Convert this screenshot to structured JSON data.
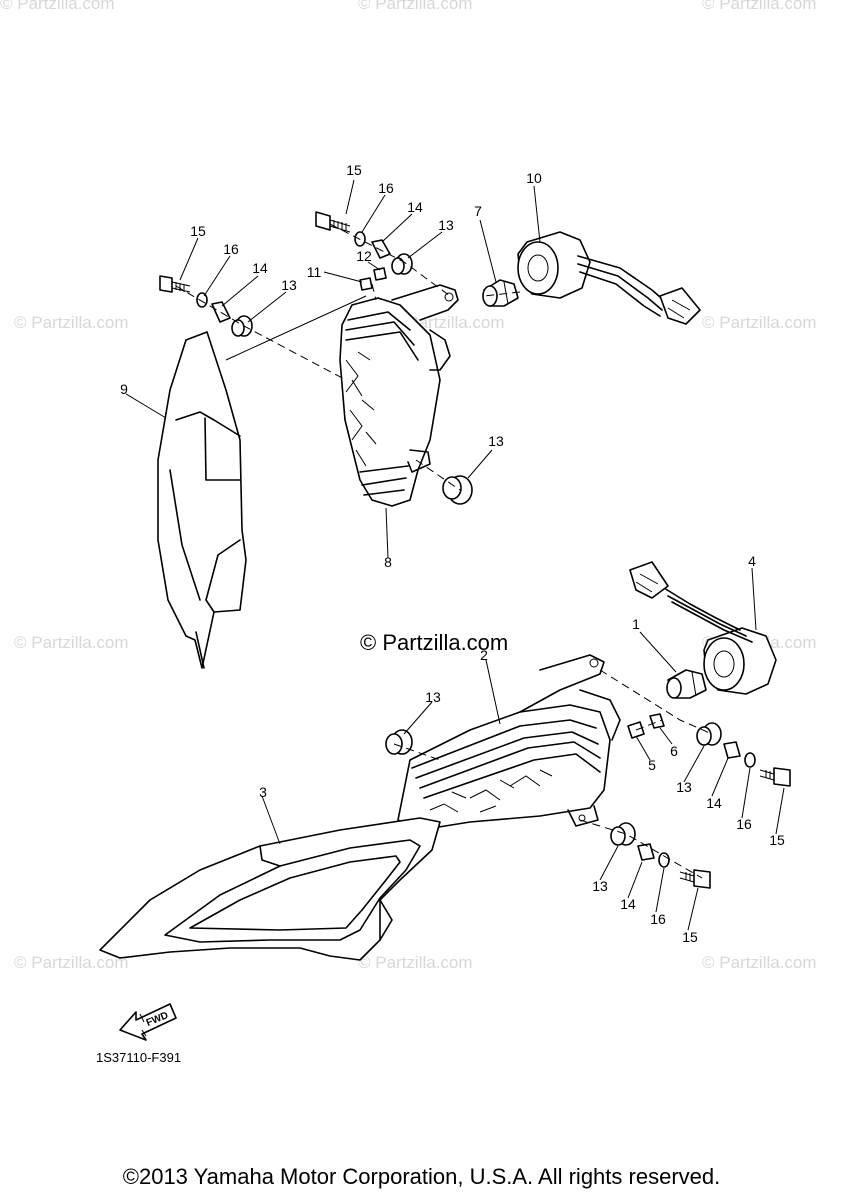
{
  "watermarks": [
    "© Partzilla.com",
    "© Partzilla.com",
    "© Partzilla.com",
    "© Partzilla.com",
    "© Partzilla.com",
    "© Partzilla.com",
    "© Partzilla.com",
    "© Partzilla.com",
    "© Partzilla.com",
    "© Partzilla.com",
    "© Partzilla.com"
  ],
  "center_watermark": "© Partzilla.com",
  "callouts": {
    "c1": "1",
    "c2": "2",
    "c3": "3",
    "c4": "4",
    "c5": "5",
    "c6": "6",
    "c7": "7",
    "c8": "8",
    "c9": "9",
    "c10": "10",
    "c11": "11",
    "c12": "12",
    "c13a": "13",
    "c13b": "13",
    "c13c": "13",
    "c13d": "13",
    "c13e": "13",
    "c13f": "13",
    "c14a": "14",
    "c14b": "14",
    "c14c": "14",
    "c14d": "14",
    "c15a": "15",
    "c15b": "15",
    "c15c": "15",
    "c15d": "15",
    "c16a": "16",
    "c16b": "16",
    "c16c": "16",
    "c16d": "16"
  },
  "fwd_label": "FWD",
  "drawing_code": "1S37110-F391",
  "copyright": "©2013 Yamaha Motor Corporation, U.S.A. All rights reserved."
}
